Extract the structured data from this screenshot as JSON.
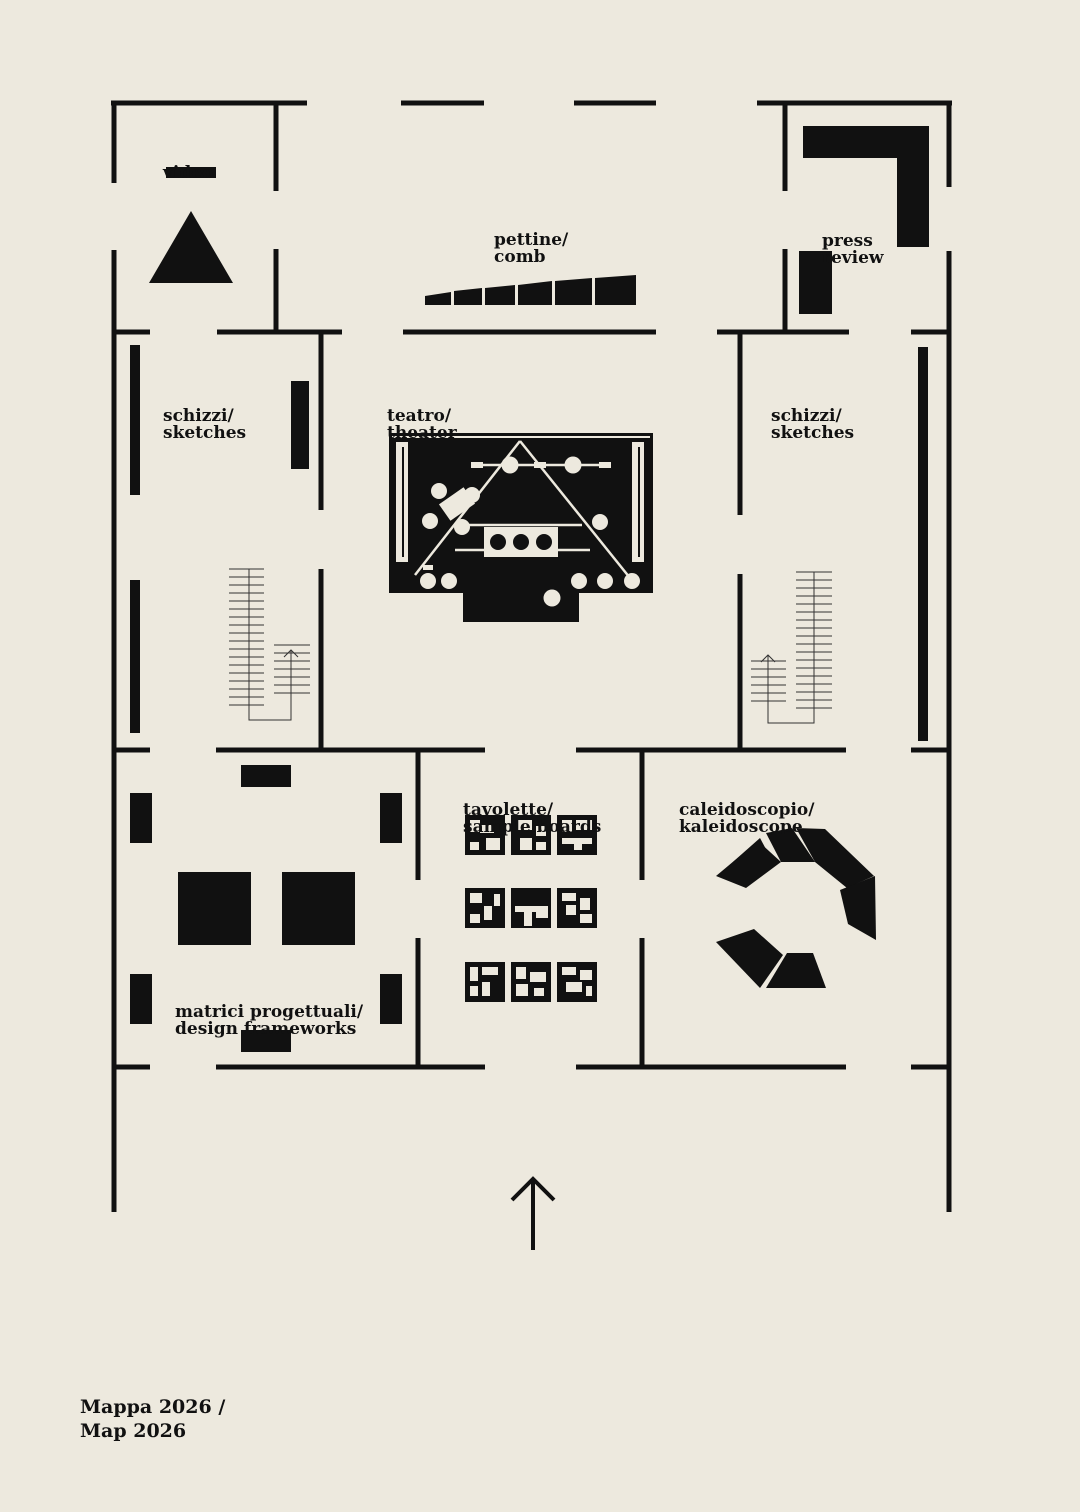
{
  "colors": {
    "background": "#ede9de",
    "ink": "#111111"
  },
  "rooms": {
    "video": {
      "l1": "video"
    },
    "comb": {
      "l1": "pettine/",
      "l2": "comb"
    },
    "press": {
      "l1": "press",
      "l2": "review"
    },
    "sketches_left": {
      "l1": "schizzi/",
      "l2": "sketches"
    },
    "theater": {
      "l1": "teatro/",
      "l2": "theater"
    },
    "sketches_right": {
      "l1": "schizzi/",
      "l2": "sketches"
    },
    "boards": {
      "l1": "tavolette/",
      "l2": "sample boards"
    },
    "kaleido": {
      "l1": "caleidoscopio/",
      "l2": "kaleidoscope"
    },
    "frameworks": {
      "l1": "matrici progettuali/",
      "l2": "design frameworks"
    }
  },
  "map_title": {
    "l1": "Mappa 2026 /",
    "l2": "Map 2026"
  },
  "icons": {
    "entrance": "arrow-up-icon",
    "stairs": "staircase-icon"
  }
}
